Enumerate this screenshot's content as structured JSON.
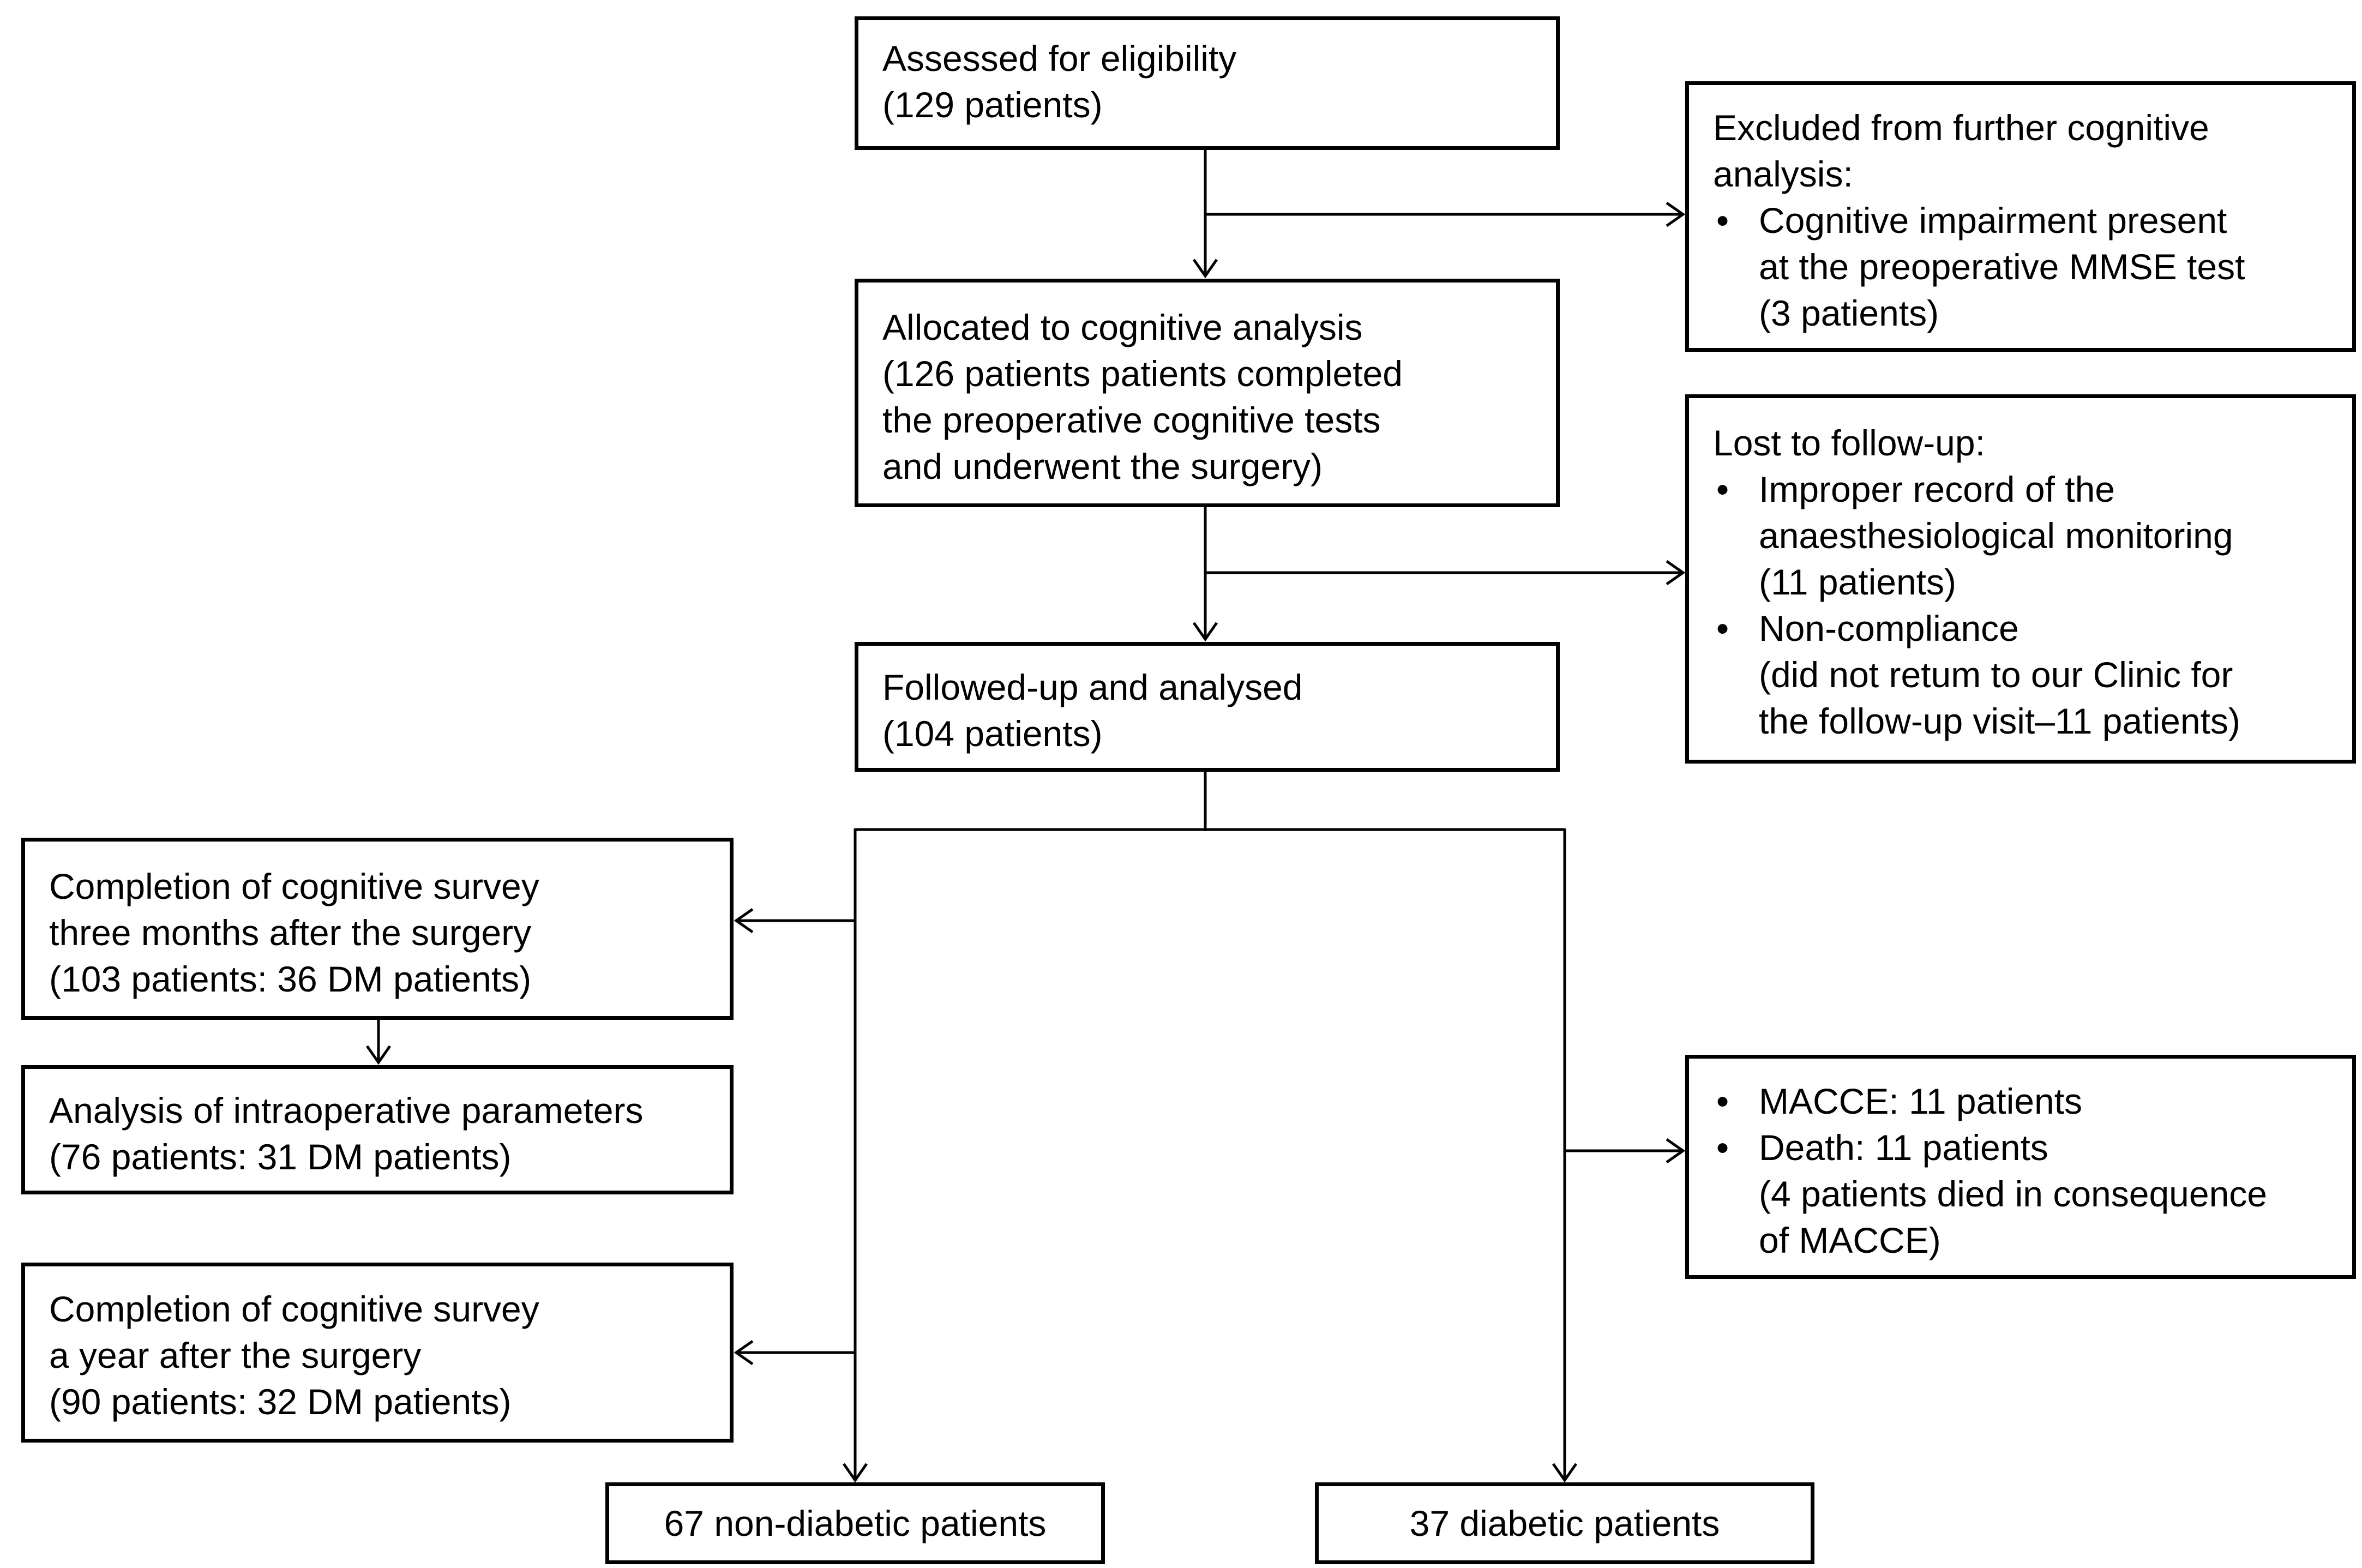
{
  "colors": {
    "ink": "#000000",
    "background": "#ffffff"
  },
  "glyphs": {
    "bullet": "•"
  },
  "boxes": {
    "assessed": {
      "lines": [
        "Assessed for eligibility",
        "(129 patients)"
      ]
    },
    "excluded": {
      "title_lines": [
        "Excluded from further cognitive",
        "analysis:"
      ],
      "bullets": [
        [
          "Cognitive impairment present",
          "at the preoperative MMSE test",
          "(3 patients)"
        ]
      ]
    },
    "allocated": {
      "lines": [
        "Allocated to cognitive analysis",
        "(126 patients patients completed",
        "the preoperative cognitive tests",
        "and underwent the surgery)"
      ]
    },
    "lost": {
      "title_lines": [
        "Lost to follow-up:"
      ],
      "bullets": [
        [
          "Improper record of the",
          "anaesthesiological monitoring",
          "(11 patients)"
        ],
        [
          "Non-compliance",
          "(did not retum to our Clinic for",
          "the follow-up visit–11 patients)"
        ]
      ]
    },
    "followed": {
      "lines": [
        "Followed-up and analysed",
        "(104 patients)"
      ]
    },
    "survey_three_months": {
      "lines": [
        "Completion of cognitive survey",
        "three months after the surgery",
        "(103 patients: 36 DM patients)"
      ]
    },
    "intraoperative": {
      "lines": [
        "Analysis of intraoperative parameters",
        "(76 patients: 31 DM patients)"
      ]
    },
    "survey_one_year": {
      "lines": [
        "Completion of cognitive survey",
        "a year after the surgery",
        "(90 patients: 32 DM patients)"
      ]
    },
    "macce": {
      "bullets": [
        [
          "MACCE: 11 patients"
        ],
        [
          "Death: 11 patients",
          "(4 patients died in consequence",
          "of MACCE)"
        ]
      ]
    },
    "non_diabetic": {
      "lines": [
        "67 non-diabetic patients"
      ]
    },
    "diabetic": {
      "lines": [
        "37 diabetic patients"
      ]
    }
  }
}
